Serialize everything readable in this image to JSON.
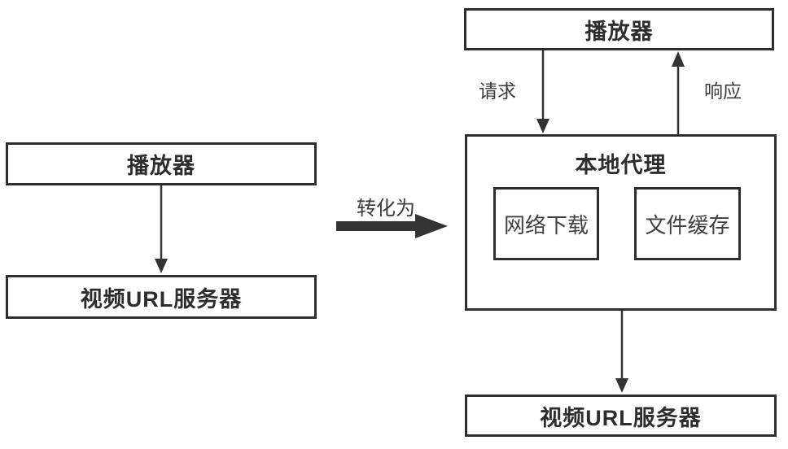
{
  "before": {
    "player": "播放器",
    "video_url_server": "视频URL服务器"
  },
  "transform_arrow_label": "转化为",
  "after": {
    "player": "播放器",
    "request": "请求",
    "response": "响应",
    "local_proxy": "本地代理",
    "network_download": "网络下载",
    "file_cache": "文件缓存",
    "video_url_server": "视频URL服务器"
  },
  "colors": {
    "line": "#333333",
    "border": "#2e2e2e",
    "text_bold": "#2d2d2d",
    "text_regular": "#404040",
    "background": "#ffffff"
  }
}
